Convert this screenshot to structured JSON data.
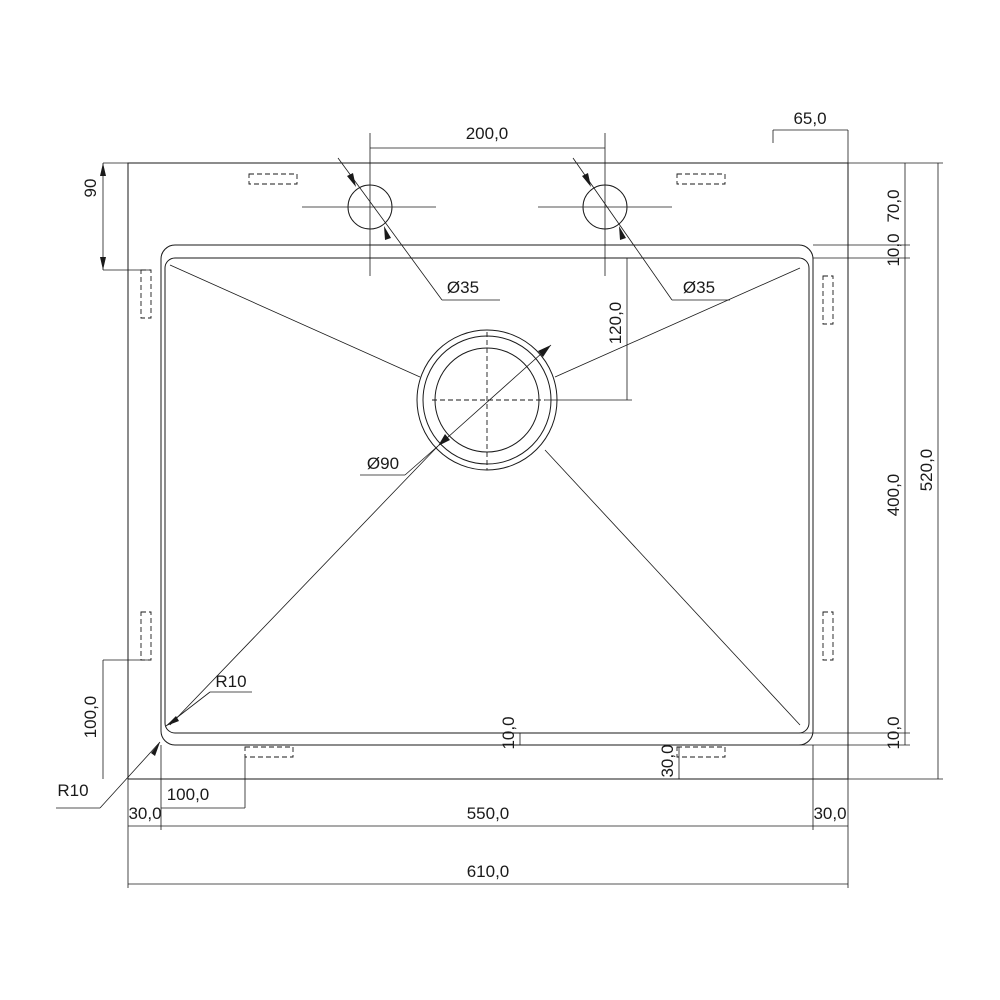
{
  "drawing": {
    "labels": {
      "top_hole_spacing": "200,0",
      "right_offset": "65,0",
      "top_margin": "90",
      "right_dim_70": "70,0",
      "right_dim_10_top": "10,0",
      "right_dim_520": "520,0",
      "right_dim_400": "400,0",
      "right_dim_10_bottom": "10,0",
      "drain_offset": "120,0",
      "tap_hole_left": "Ø35",
      "tap_hole_right": "Ø35",
      "drain_diameter": "Ø90",
      "inner_radius": "R10",
      "outer_radius": "R10",
      "left_dim_100": "100,0",
      "bottom_dim_100": "100,0",
      "bottom_lip_10": "10,0",
      "bottom_tab_30": "30,0",
      "bottom_left_30": "30,0",
      "bottom_550": "550,0",
      "bottom_right_30": "30,0",
      "bottom_610": "610,0"
    }
  }
}
